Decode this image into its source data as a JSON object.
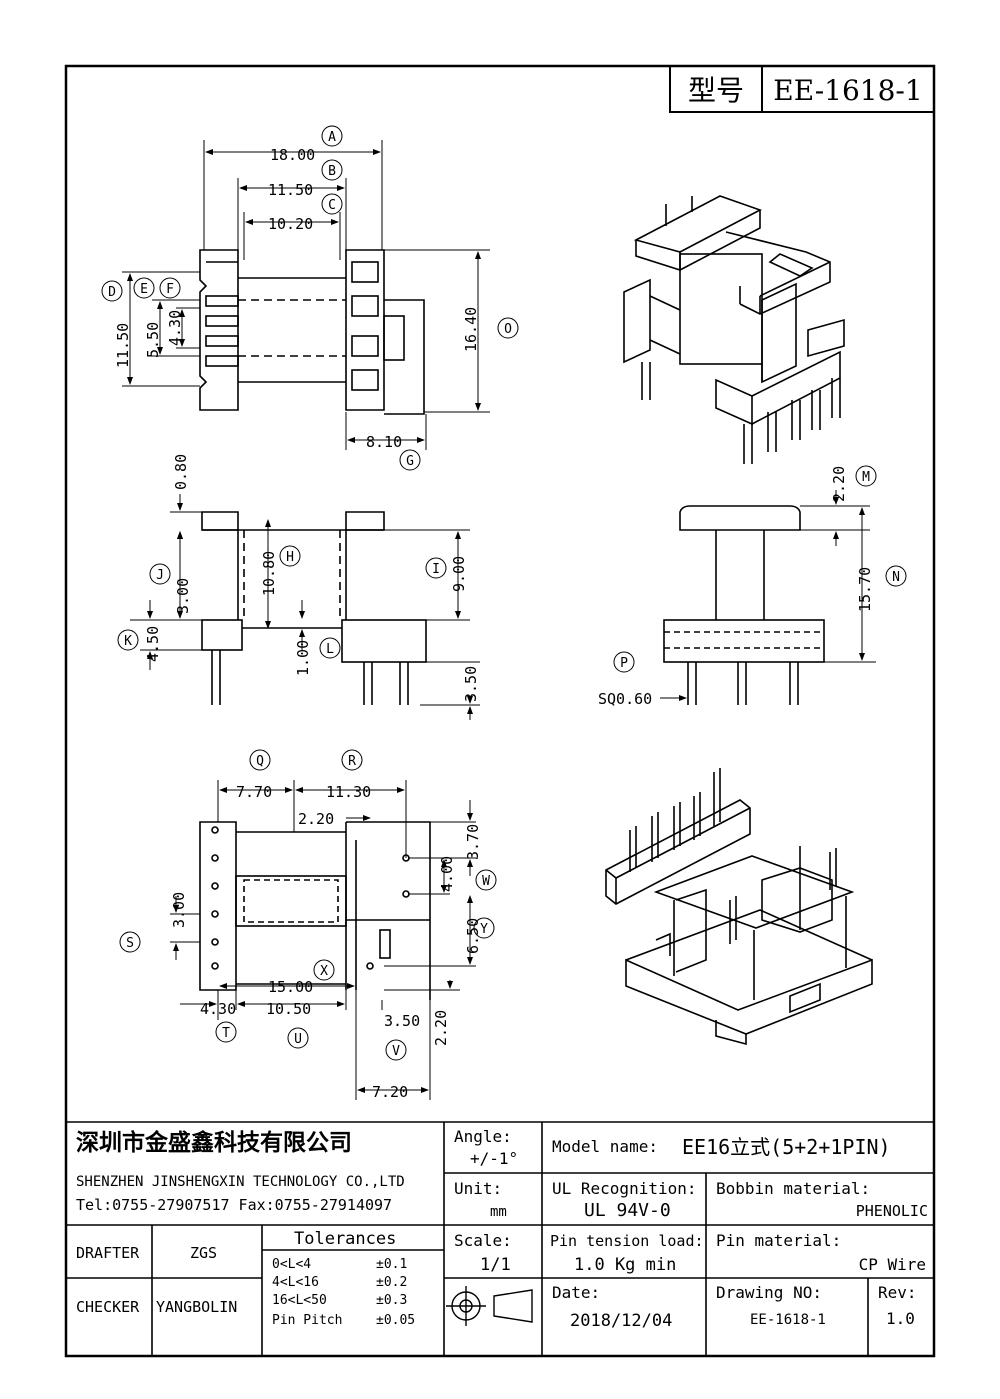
{
  "header": {
    "model_label": "型号",
    "model_value": "EE-1618-1"
  },
  "top_view": {
    "dims": [
      {
        "label": "A",
        "value": "18.00"
      },
      {
        "label": "B",
        "value": "11.50"
      },
      {
        "label": "C",
        "value": "10.20"
      },
      {
        "label": "D",
        "value": "11.50"
      },
      {
        "label": "E",
        "value": "5.50"
      },
      {
        "label": "F",
        "value": "4.30"
      },
      {
        "label": "O",
        "value": "16.40"
      },
      {
        "label": "G",
        "value": "8.10"
      }
    ]
  },
  "front_view": {
    "dims": [
      {
        "label": "",
        "value": "0.80"
      },
      {
        "label": "H",
        "value": "10.80"
      },
      {
        "label": "I",
        "value": "9.00"
      },
      {
        "label": "J",
        "value": "3.00"
      },
      {
        "label": "K",
        "value": "4.50"
      },
      {
        "label": "L",
        "value": "1.00"
      },
      {
        "label": "",
        "value": "3.50"
      }
    ]
  },
  "side_view": {
    "dims": [
      {
        "label": "M",
        "value": "2.20"
      },
      {
        "label": "N",
        "value": "15.70"
      },
      {
        "label": "P",
        "value": "SQ0.60"
      }
    ]
  },
  "bottom_view": {
    "dims": [
      {
        "label": "Q",
        "value": "7.70"
      },
      {
        "label": "R",
        "value": "11.30"
      },
      {
        "label": "",
        "value": "2.20"
      },
      {
        "label": "",
        "value": "3.70"
      },
      {
        "label": "W",
        "value": "4.00"
      },
      {
        "label": "Y",
        "value": "6.50"
      },
      {
        "label": "S",
        "value": "3.00"
      },
      {
        "label": "X",
        "value": "15.00"
      },
      {
        "label": "T",
        "value": "4.30"
      },
      {
        "label": "U",
        "value": "10.50"
      },
      {
        "label": "",
        "value": "3.50"
      },
      {
        "label": "",
        "value": "2.20"
      },
      {
        "label": "V",
        "value": "7.20"
      }
    ]
  },
  "title_block": {
    "company_cn": "深圳市金盛鑫科技有限公司",
    "company_en": "SHENZHEN JINSHENGXIN TECHNOLOGY CO.,LTD",
    "contact": "Tel:0755-27907517   Fax:0755-27914097",
    "angle_label": "Angle:",
    "angle_value": "+/-1°",
    "model_name_label": "Model name:",
    "model_name_value": "EE16立式(5+2+1PIN)",
    "unit_label": "Unit:",
    "unit_value": "mm",
    "ul_label": "UL Recognition:",
    "ul_value": "UL 94V-0",
    "bobbin_label": "Bobbin material:",
    "bobbin_value": "PHENOLIC",
    "drafter_label": "DRAFTER",
    "drafter_value": "ZGS",
    "checker_label": "CHECKER",
    "checker_value": "YANGBOLIN",
    "tolerances_label": "Tolerances",
    "tolerances": [
      {
        "range": "0<L<4",
        "value": "±0.1"
      },
      {
        "range": "4<L<16",
        "value": "±0.2"
      },
      {
        "range": "16<L<50",
        "value": "±0.3"
      },
      {
        "range": "Pin Pitch",
        "value": "±0.05"
      }
    ],
    "scale_label": "Scale:",
    "scale_value": "1/1",
    "pin_tension_label": "Pin tension load:",
    "pin_tension_value": "1.0 Kg min",
    "pin_material_label": "Pin material:",
    "pin_material_value": "CP Wire",
    "date_label": "Date:",
    "date_value": "2018/12/04",
    "drawing_no_label": "Drawing NO:",
    "drawing_no_value": "EE-1618-1",
    "rev_label": "Rev:",
    "rev_value": "1.0"
  }
}
